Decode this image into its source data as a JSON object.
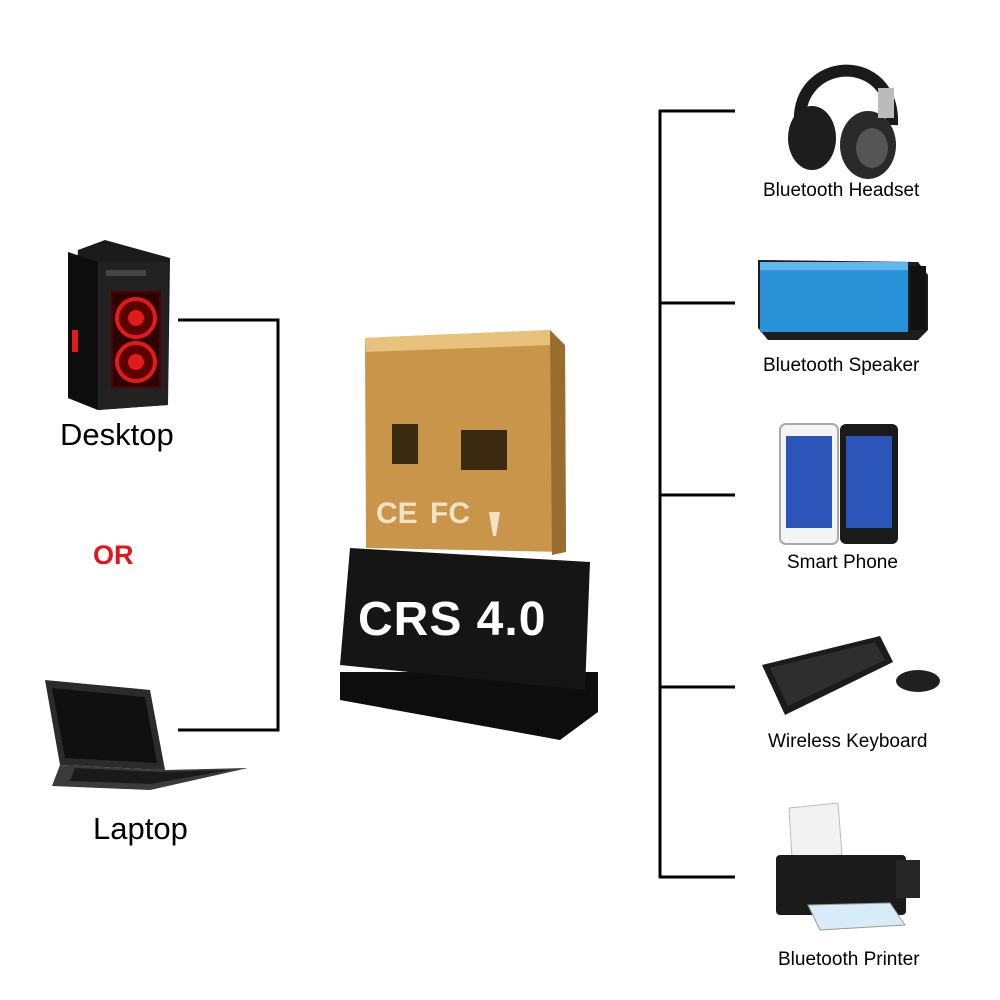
{
  "left": {
    "desktop_label": "Desktop",
    "or_label": "OR",
    "laptop_label": "Laptop"
  },
  "adapter": {
    "model_label": "CRS 4.0",
    "cert_ce": "CE",
    "cert_fc": "FC"
  },
  "devices": [
    {
      "label": "Bluetooth Headset"
    },
    {
      "label": "Bluetooth Speaker"
    },
    {
      "label": "Smart Phone"
    },
    {
      "label": "Wireless Keyboard"
    },
    {
      "label": "Bluetooth Printer"
    }
  ],
  "colors": {
    "or": "#e3141a",
    "adapter_gold": "#e6b86a",
    "adapter_black": "#111111",
    "speaker_blue": "#2a93d8",
    "desktop_fan": "#e11a1a"
  }
}
